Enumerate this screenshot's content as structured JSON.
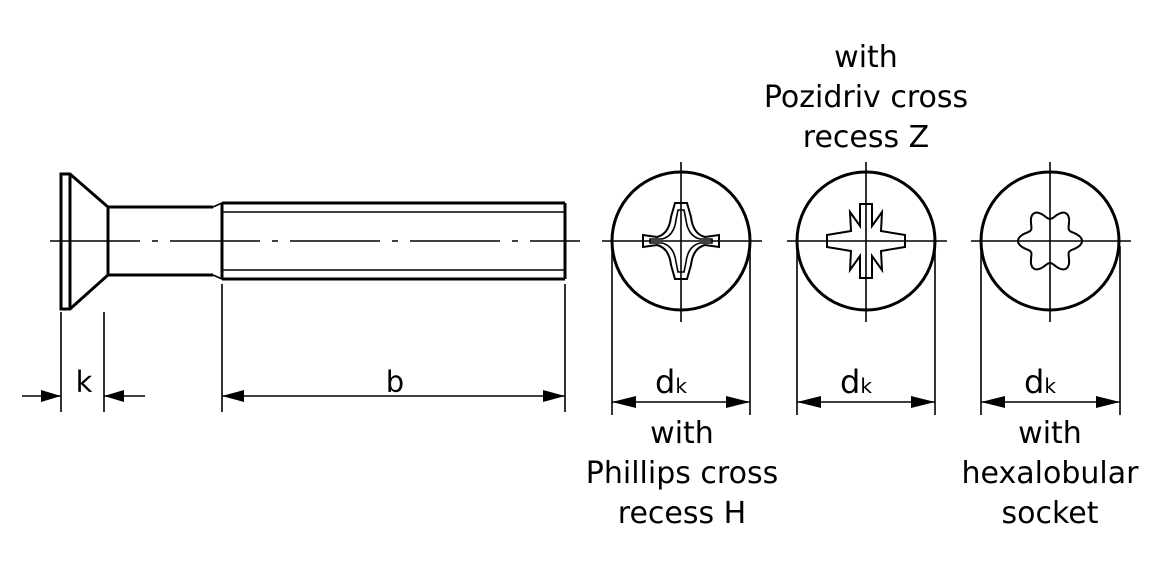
{
  "dimensions": {
    "k": "k",
    "b": "b",
    "dk_main": "d",
    "dk_sub": "k"
  },
  "views": {
    "phillips": {
      "line1": "with",
      "line2": "Phillips cross",
      "line3": "recess H"
    },
    "pozidriv": {
      "line1": "with",
      "line2": "Pozidriv cross",
      "line3": "recess Z"
    },
    "hexalobular": {
      "line1": "with",
      "line2": "hexalobular",
      "line3": "socket"
    }
  }
}
